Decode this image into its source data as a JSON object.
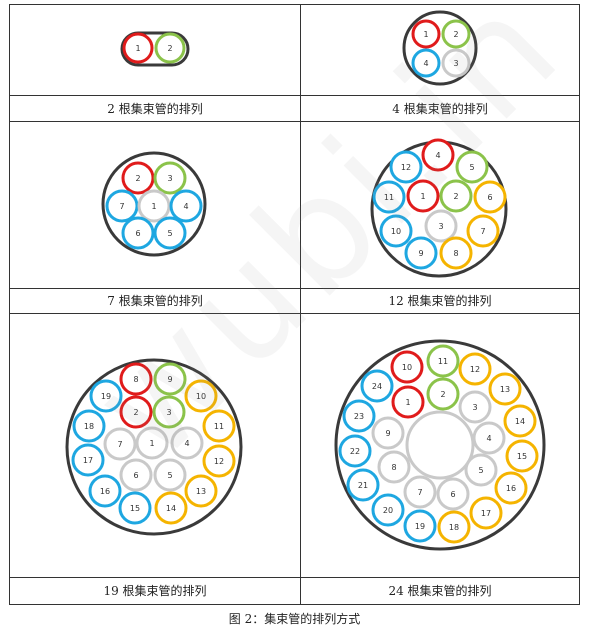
{
  "panels": [
    {
      "id": "p2",
      "caption": "2 根集束管的排列",
      "tubes": [
        [
          "1",
          "red"
        ],
        [
          "2",
          "green"
        ]
      ]
    },
    {
      "id": "p4",
      "caption": "4 根集束管的排列",
      "tubes": [
        [
          "1",
          "red"
        ],
        [
          "2",
          "green"
        ],
        [
          "4",
          "blue"
        ],
        [
          "3",
          "gray"
        ]
      ]
    },
    {
      "id": "p7",
      "caption": "7 根集束管的排列",
      "tubes": [
        [
          "2",
          "red"
        ],
        [
          "3",
          "green"
        ],
        [
          "7",
          "blue"
        ],
        [
          "1",
          "gray"
        ],
        [
          "4",
          "blue"
        ],
        [
          "6",
          "blue"
        ],
        [
          "5",
          "blue"
        ]
      ]
    },
    {
      "id": "p12",
      "caption": "12 根集束管的排列",
      "tubes": [
        [
          "4",
          "red"
        ],
        [
          "12",
          "blue"
        ],
        [
          "5",
          "green"
        ],
        [
          "11",
          "blue"
        ],
        [
          "1",
          "red"
        ],
        [
          "2",
          "green"
        ],
        [
          "6",
          "orange"
        ],
        [
          "3",
          "gray"
        ],
        [
          "10",
          "blue"
        ],
        [
          "7",
          "orange"
        ],
        [
          "9",
          "blue"
        ],
        [
          "8",
          "orange"
        ]
      ]
    },
    {
      "id": "p19",
      "caption": "19 根集束管的排列",
      "tubes": [
        [
          "8",
          "red"
        ],
        [
          "9",
          "green"
        ],
        [
          "19",
          "blue"
        ],
        [
          "10",
          "orange"
        ],
        [
          "2",
          "red"
        ],
        [
          "3",
          "green"
        ],
        [
          "18",
          "blue"
        ],
        [
          "11",
          "orange"
        ],
        [
          "7",
          "gray"
        ],
        [
          "1",
          "gray"
        ],
        [
          "4",
          "gray"
        ],
        [
          "17",
          "blue"
        ],
        [
          "12",
          "orange"
        ],
        [
          "6",
          "gray"
        ],
        [
          "5",
          "gray"
        ],
        [
          "16",
          "blue"
        ],
        [
          "13",
          "orange"
        ],
        [
          "15",
          "blue"
        ],
        [
          "14",
          "orange"
        ]
      ]
    },
    {
      "id": "p24",
      "caption": "24 根集束管的排列",
      "tubes": [
        [
          "10",
          "red"
        ],
        [
          "11",
          "green"
        ],
        [
          "12",
          "orange"
        ],
        [
          "24",
          "blue"
        ],
        [
          "13",
          "orange"
        ],
        [
          "1",
          "red"
        ],
        [
          "2",
          "green"
        ],
        [
          "3",
          "gray"
        ],
        [
          "23",
          "blue"
        ],
        [
          "14",
          "orange"
        ],
        [
          "9",
          "gray"
        ],
        [
          "4",
          "gray"
        ],
        [
          "22",
          "blue"
        ],
        [
          "15",
          "orange"
        ],
        [
          "8",
          "gray"
        ],
        [
          "5",
          "gray"
        ],
        [
          "21",
          "blue"
        ],
        [
          "16",
          "orange"
        ],
        [
          "7",
          "gray"
        ],
        [
          "6",
          "gray"
        ],
        [
          "17",
          "orange"
        ],
        [
          "20",
          "blue"
        ],
        [
          "19",
          "blue"
        ],
        [
          "18",
          "orange"
        ]
      ]
    }
  ],
  "figure_caption": "图 2：集束管的排列方式",
  "watermark": "wubi.in",
  "colors": {
    "red": "#e01b1b",
    "green": "#8bc34a",
    "blue": "#1ea7e1",
    "orange": "#f5b400",
    "gray": "#c9c9c9",
    "outer": "#3a3a3a"
  }
}
